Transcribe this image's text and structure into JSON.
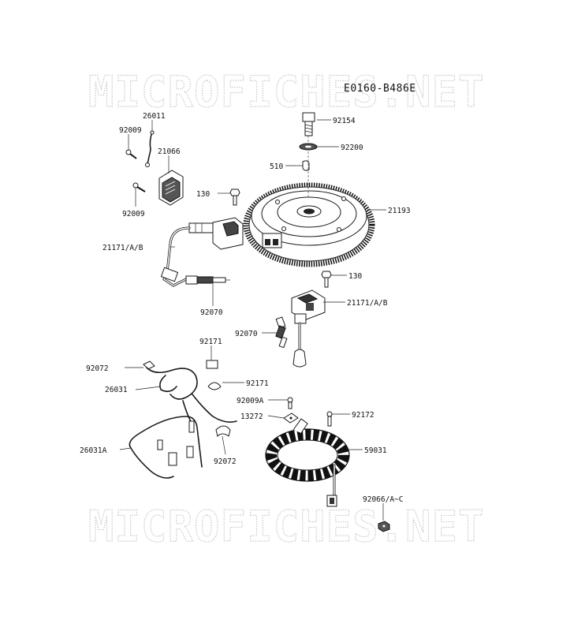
{
  "diagram": {
    "code": "E0160-B486E",
    "watermark_top": "MICROFICHES.NET",
    "watermark_bottom": "MICROFICHES.NET",
    "labels": [
      {
        "id": "p-26011",
        "text": "26011"
      },
      {
        "id": "p-92009-a",
        "text": "92009"
      },
      {
        "id": "p-21066",
        "text": "21066"
      },
      {
        "id": "p-92009-b",
        "text": "92009"
      },
      {
        "id": "p-130-a",
        "text": "130"
      },
      {
        "id": "p-21171-a",
        "text": "21171/A/B"
      },
      {
        "id": "p-92070-a",
        "text": "92070"
      },
      {
        "id": "p-92154",
        "text": "92154"
      },
      {
        "id": "p-92200",
        "text": "92200"
      },
      {
        "id": "p-510",
        "text": "510"
      },
      {
        "id": "p-21193",
        "text": "21193"
      },
      {
        "id": "p-130-b",
        "text": "130"
      },
      {
        "id": "p-21171-b",
        "text": "21171/A/B"
      },
      {
        "id": "p-92070-b",
        "text": "92070"
      },
      {
        "id": "p-92171-a",
        "text": "92171"
      },
      {
        "id": "p-92072-a",
        "text": "92072"
      },
      {
        "id": "p-26031",
        "text": "26031"
      },
      {
        "id": "p-92171-b",
        "text": "92171"
      },
      {
        "id": "p-92009A",
        "text": "92009A"
      },
      {
        "id": "p-13272",
        "text": "13272"
      },
      {
        "id": "p-92172",
        "text": "92172"
      },
      {
        "id": "p-26031A",
        "text": "26031A"
      },
      {
        "id": "p-59031",
        "text": "59031"
      },
      {
        "id": "p-92072-b",
        "text": "92072"
      },
      {
        "id": "p-92066",
        "text": "92066/A~C"
      }
    ]
  }
}
